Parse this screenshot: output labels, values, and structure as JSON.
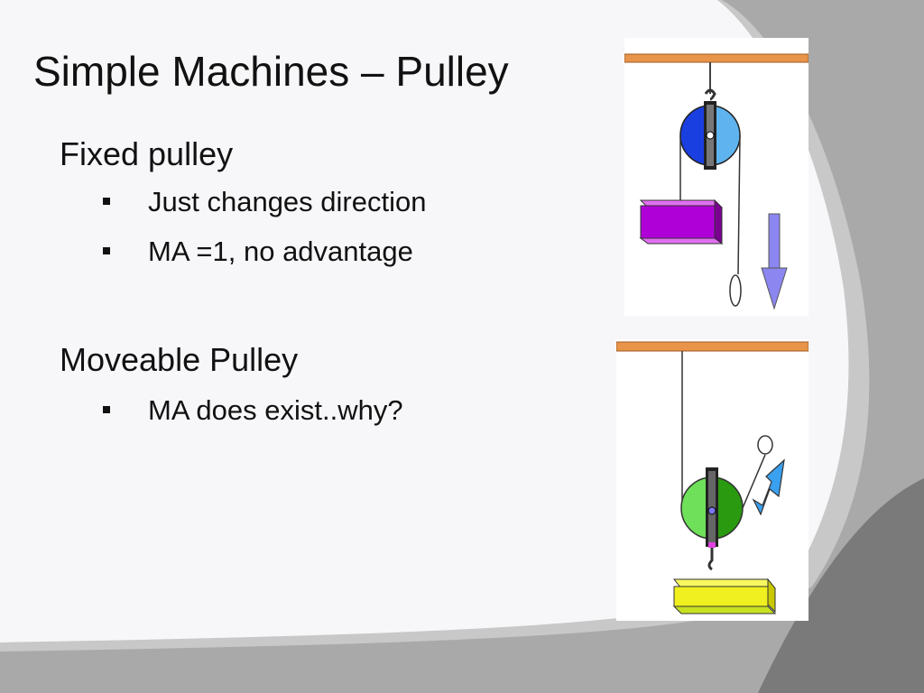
{
  "slide": {
    "title": "Simple Machines – Pulley",
    "sections": [
      {
        "heading": "Fixed pulley",
        "bullets": [
          "Just changes direction",
          "MA =1, no advantage"
        ]
      },
      {
        "heading": "Moveable Pulley",
        "bullets": [
          "MA does exist..why?"
        ]
      }
    ]
  },
  "figures": {
    "fixed_pulley": {
      "wheel_colors": [
        "#1a3fe0",
        "#5fb4f0"
      ],
      "load_color": "#b000d8",
      "arrow_color": "#8b86f0",
      "beam_color": "#e8944a",
      "arrow_direction": "down"
    },
    "moveable_pulley": {
      "wheel_colors": [
        "#6ee05a",
        "#2a9a10"
      ],
      "load_color": "#f0f020",
      "arrow_color": "#3aa0f0",
      "beam_color": "#e8944a",
      "arrow_direction": "up"
    }
  },
  "colors": {
    "background": "#f7f7f9",
    "accent_gray": "#8f8f8f"
  }
}
